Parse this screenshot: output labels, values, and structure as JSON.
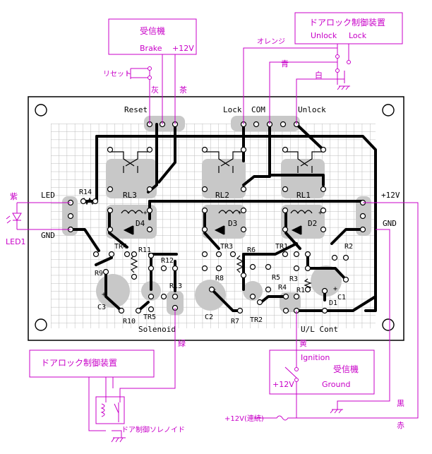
{
  "colors": {
    "label": "#c800c8",
    "board": "#ffffff",
    "grid": "#bbbbbb",
    "pad_area": "#c8c8c8",
    "trace": "#000000",
    "highlight": "#33dd33"
  },
  "boxes": {
    "receiver_top": {
      "title": "受信機",
      "brake": "Brake",
      "plus12": "+12V"
    },
    "door_lock_top": {
      "title": "ドアロック制御装置",
      "unlock": "Unlock",
      "lock": "Lock"
    },
    "door_lock_bottom": {
      "title": "ドアロック制御装置"
    },
    "receiver_bottom": {
      "ignition": "Ignition",
      "title": "受信機",
      "plus12": "+12V",
      "ground": "Ground"
    }
  },
  "wire_labels": {
    "reset_sw": "リセット",
    "gray": "灰",
    "brown": "茶",
    "orange": "オレンジ",
    "blue": "青",
    "white": "白",
    "purple": "紫",
    "led1": "LED1",
    "green": "緑",
    "yellow": "黄",
    "black": "黒",
    "red": "赤",
    "cont12": "+12V(連続)",
    "solenoid": "ドア制御ソレノイド"
  },
  "connectors": {
    "reset": "Reset",
    "lock": "Lock",
    "com": "COM",
    "unlock": "Unlock",
    "led": "LED",
    "gnd_left": "GND",
    "plus12": "+12V",
    "gnd_right": "GND",
    "solenoid": "Solenoid",
    "ul_cont": "U/L Cont"
  },
  "components": {
    "relays": [
      "RL1",
      "RL2",
      "RL3"
    ],
    "diodes": [
      "D1",
      "D2",
      "D3",
      "D4"
    ],
    "transistors": [
      "TR1",
      "TR2",
      "TR3",
      "TR4",
      "TR5"
    ],
    "resistors": [
      "R1",
      "R2",
      "R3",
      "R4",
      "R5",
      "R6",
      "R7",
      "R8",
      "R9",
      "R10",
      "R11",
      "R12",
      "R13",
      "R14"
    ],
    "capacitors": [
      "C1",
      "C2",
      "C3"
    ]
  }
}
